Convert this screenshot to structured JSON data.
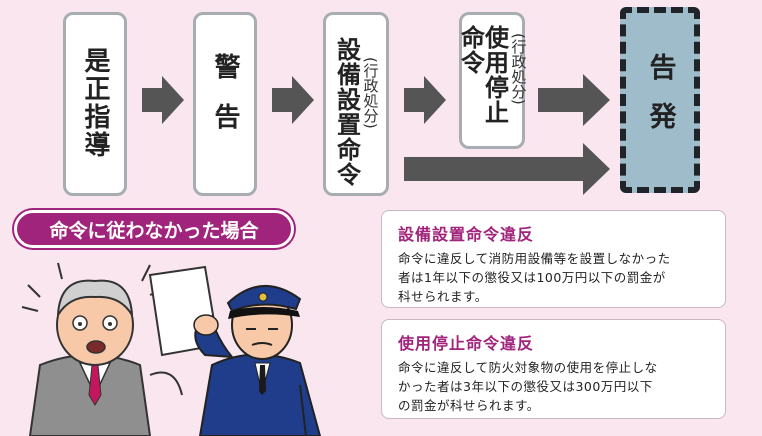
{
  "flow": {
    "step1": "是正指導",
    "step2": "警告",
    "step3": {
      "title": "設備設置命令",
      "sub": "(行政処分)"
    },
    "step4": {
      "title": "使用停止命令",
      "sub": "(行政処分)"
    },
    "step5": "告発"
  },
  "banner": {
    "label": "命令に従わなかった場合"
  },
  "violations": [
    {
      "title": "設備設置命令違反",
      "lines": [
        "命令に違反して消防用設備等を設置しなかった",
        "者は1年以下の懲役又は100万円以下の罰金が",
        "科せられます。"
      ]
    },
    {
      "title": "使用停止命令違反",
      "lines": [
        "命令に違反して防火対象物の使用を停止しな",
        "かった者は3年以下の懲役又は300万円以下",
        "の罰金が科せられます。"
      ]
    }
  ],
  "colors": {
    "background": "#f9e6ef",
    "accent": "#a1247c",
    "final_box": "#9fbcca",
    "arrow": "#555555"
  }
}
